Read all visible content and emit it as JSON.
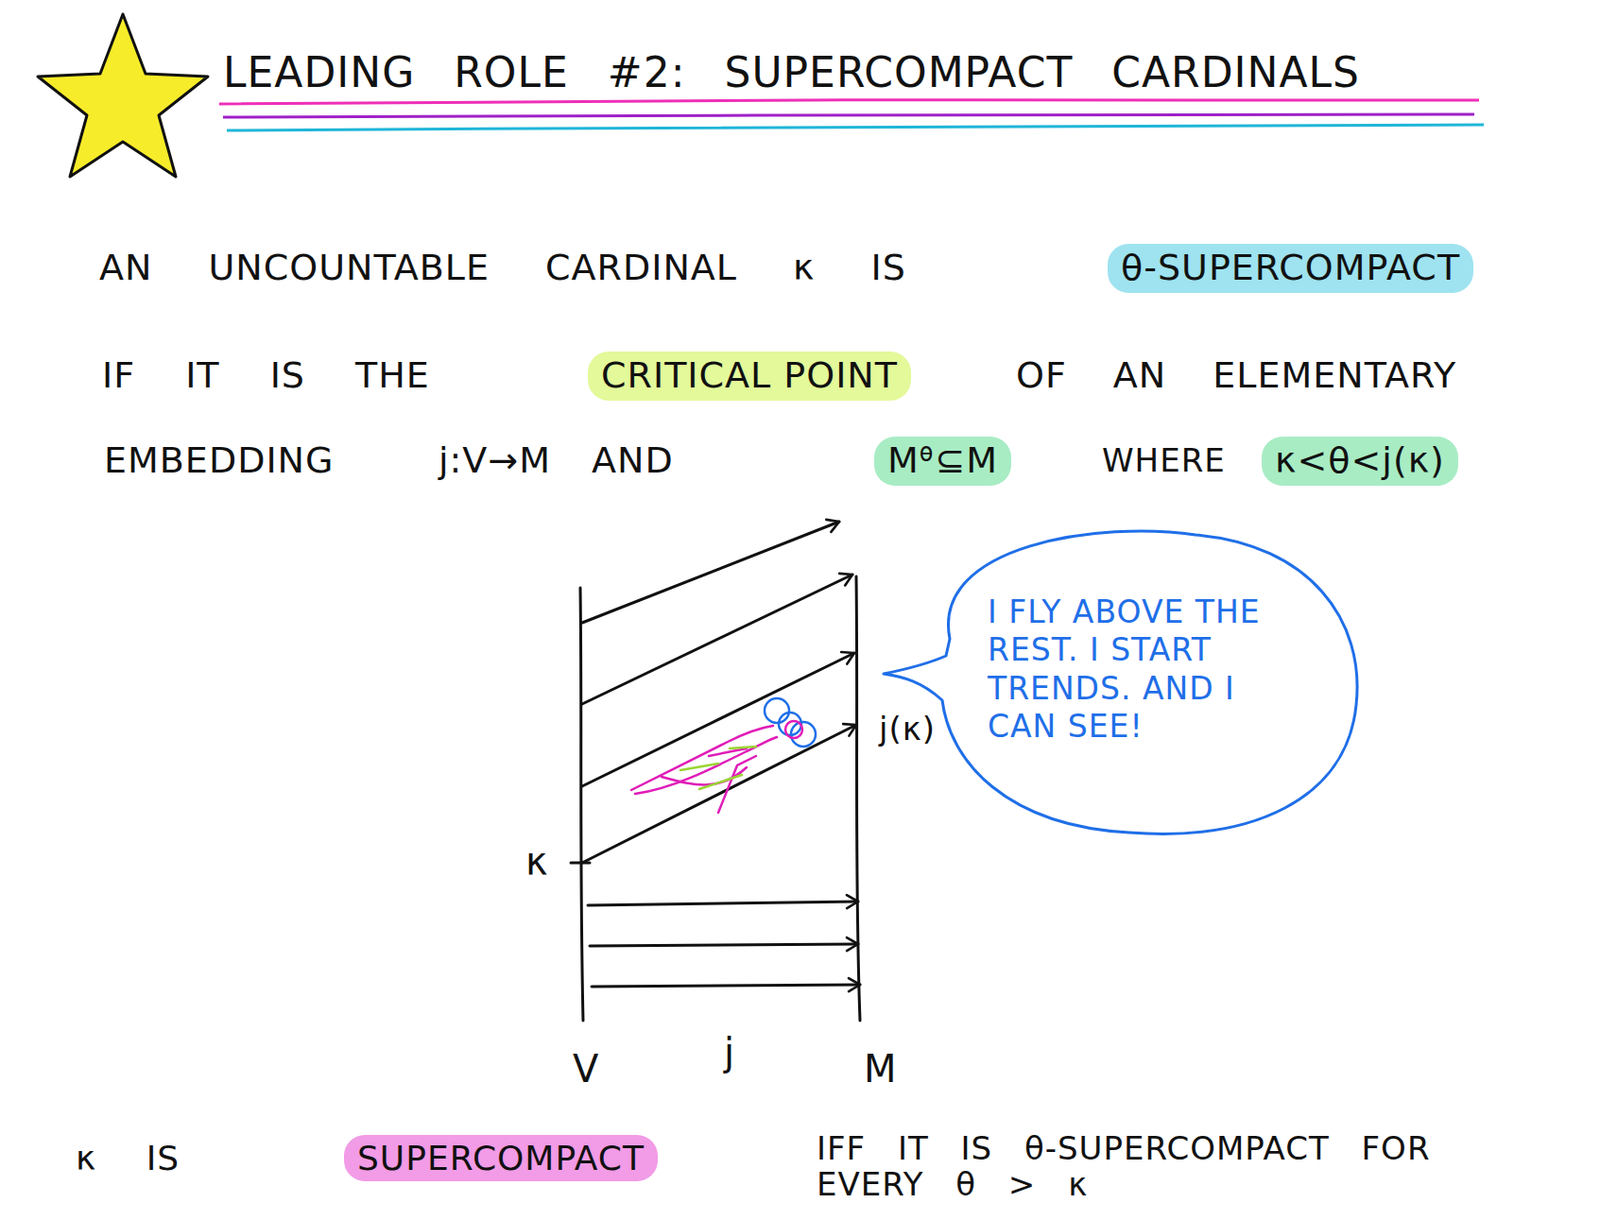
{
  "diagram": {
    "title": "LEADING ROLE #2: SUPERCOMPACT CARDINALS",
    "nodes": [
      {
        "text": [
          "I FLY ABOVE THE REST. I START TRENDS. AND I CAN SEE!"
        ]
      }
    ],
    "labels": [
      "AN UNCOUNTABLE CARDINAL κ IS",
      "θ-SUPERCOMPACT",
      "IF IT IS THE",
      "CRITICAL POINT",
      "OF AN ELEMENTARY",
      "EMBEDDING",
      "j:V→M AND",
      "Mᶿ⊆M",
      "WHERE",
      "κ<θ<j(κ)",
      "κ",
      "j(κ)",
      "V",
      "j",
      "M",
      "κ IS",
      "SUPERCOMPACT",
      "IFF IT IS θ-SUPERCOMPACT FOR EVERY θ > κ"
    ]
  }
}
